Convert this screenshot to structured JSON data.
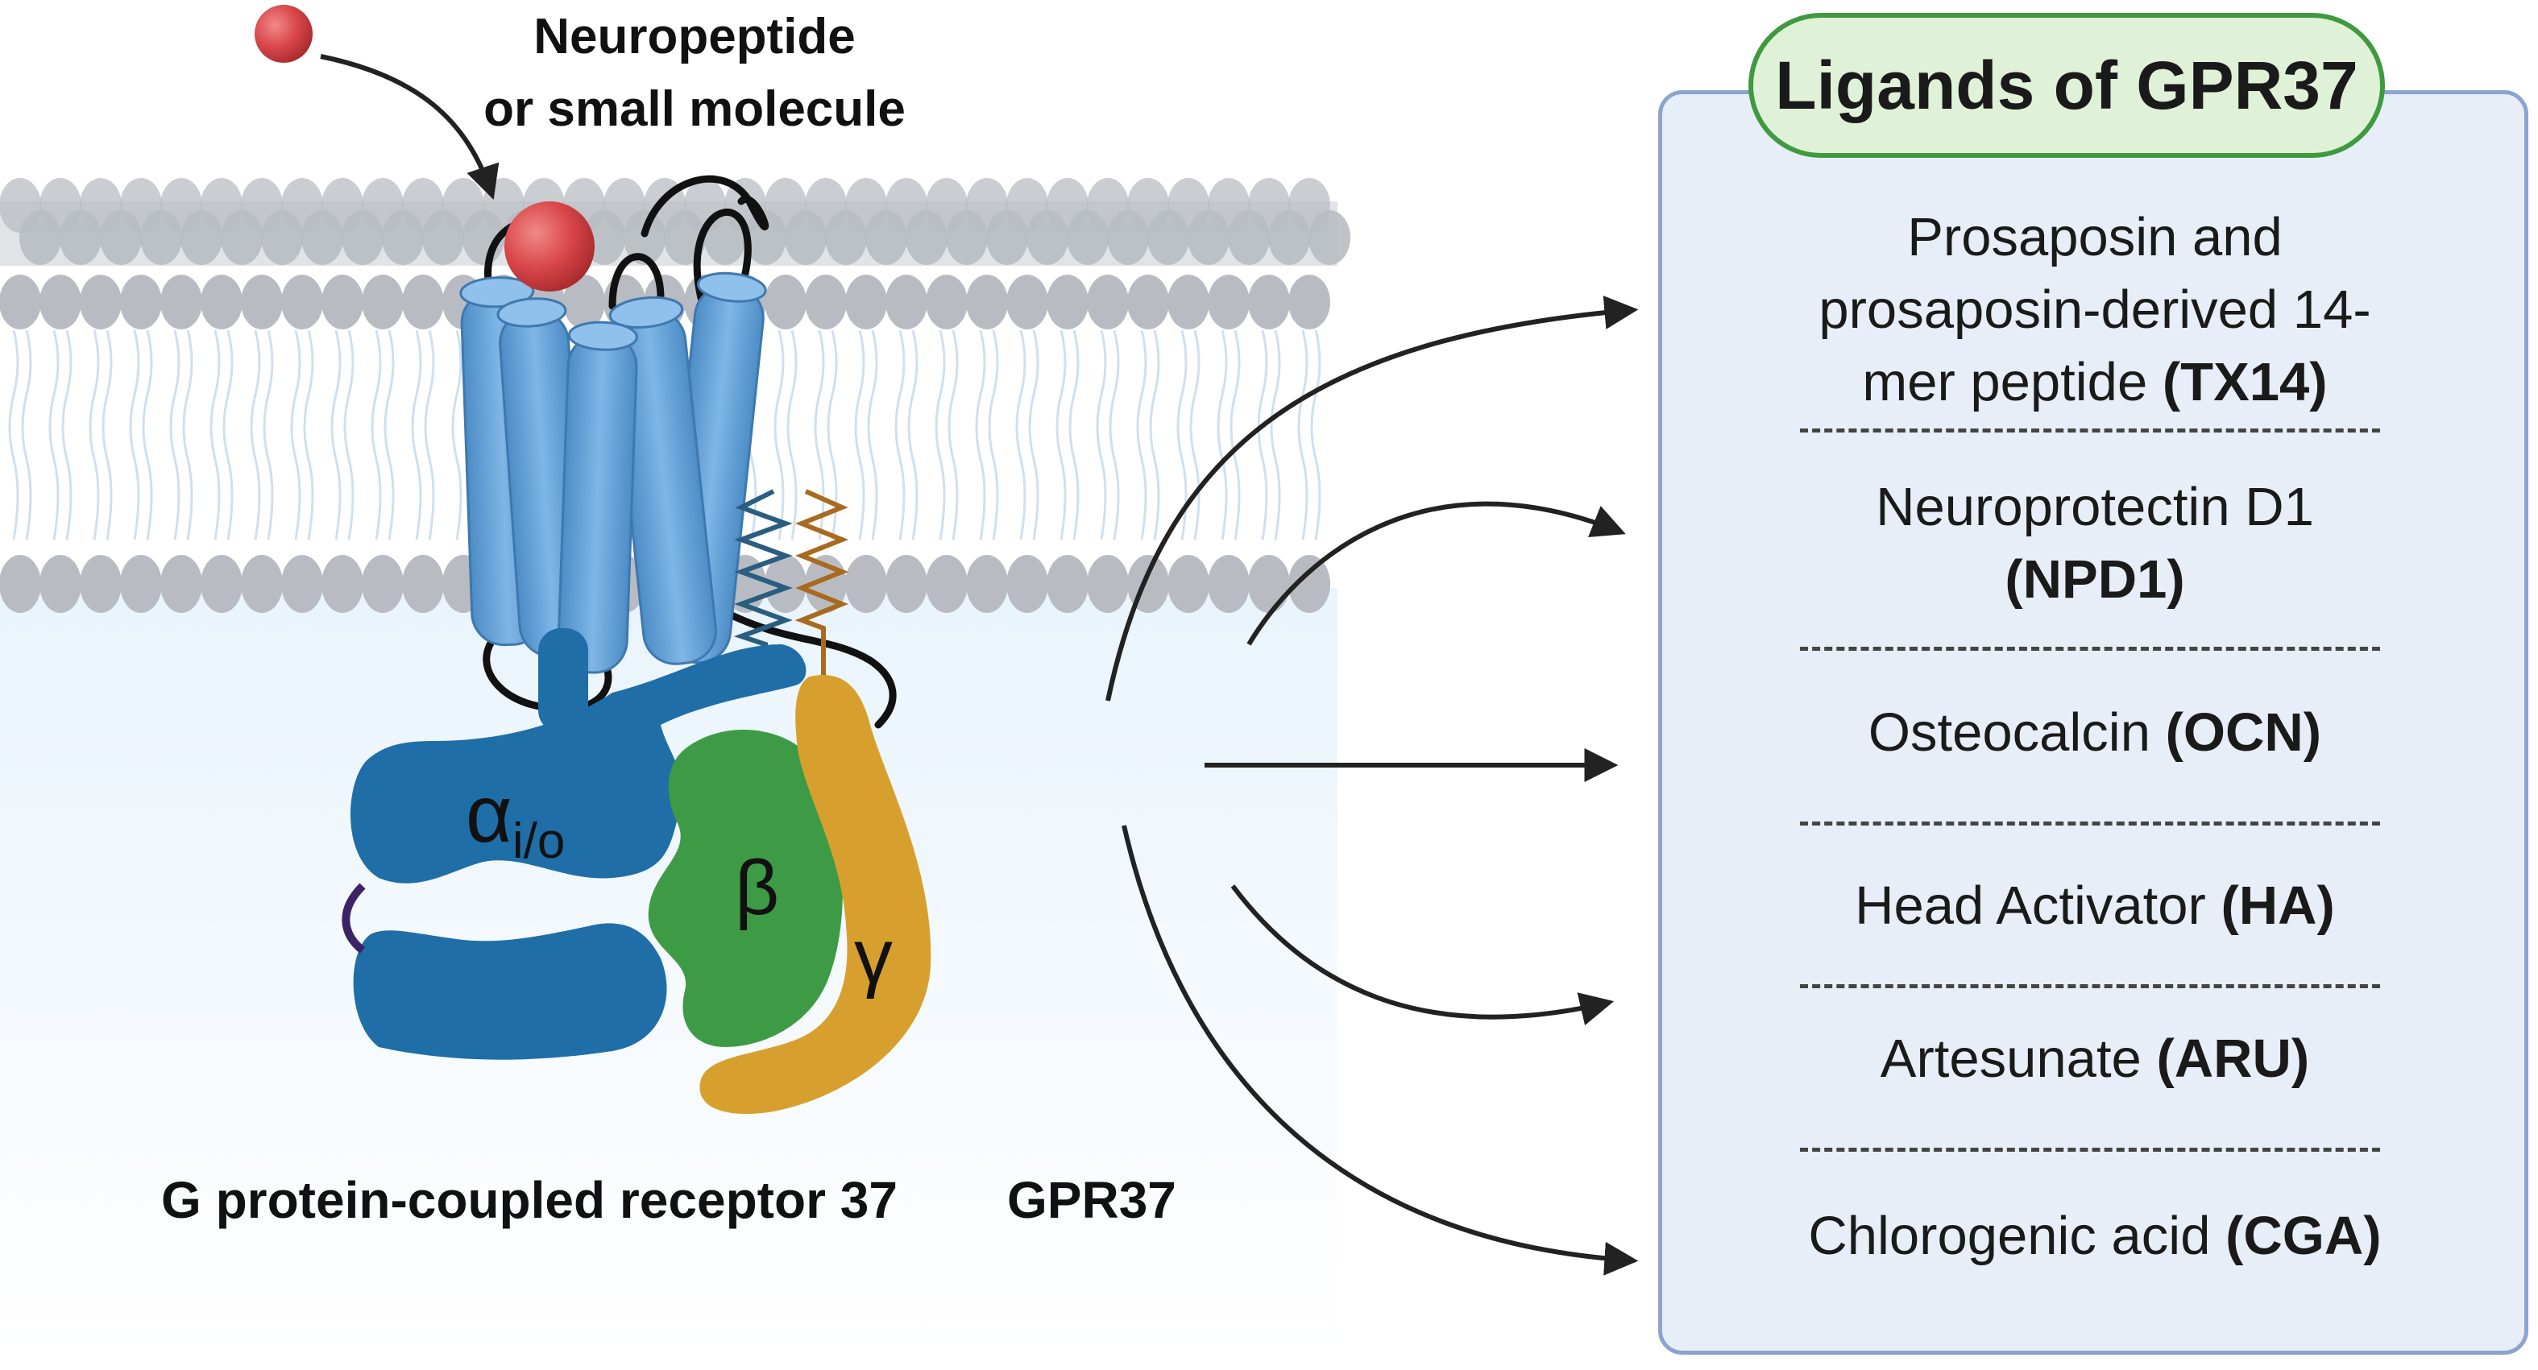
{
  "receptor": {
    "incoming_label": [
      "Neuropeptide",
      "or small molecule"
    ],
    "caption_name": "G protein-coupled receptor 37",
    "caption_abbr": "GPR37"
  },
  "g_protein": {
    "alpha_symbol": "α",
    "alpha_subscript": "i/o",
    "beta_symbol": "β",
    "gamma_symbol": "γ"
  },
  "ligands": {
    "title": "Ligands of GPR37",
    "items": [
      {
        "lines": [
          "Prosaposin and",
          "prosaposin-derived 14-",
          "mer peptide "
        ],
        "abbr": "(TX14)"
      },
      {
        "lines": [
          "Neuroprotectin D1"
        ],
        "abbr": "(NPD1)",
        "abbr_on_new_line": true
      },
      {
        "lines": [
          "Osteocalcin "
        ],
        "abbr": "(OCN)"
      },
      {
        "lines": [
          "Head Activator "
        ],
        "abbr": "(HA)"
      },
      {
        "lines": [
          "Artesunate "
        ],
        "abbr": "(ARU)"
      },
      {
        "lines": [
          "Chlorogenic acid "
        ],
        "abbr": "(CGA)"
      }
    ]
  },
  "colors": {
    "membrane": "#b8bcc2",
    "receptor_helix": "#5b9bd3",
    "alpha_subunit": "#1f6ea8",
    "beta_subunit": "#3d9b45",
    "gamma_subunit": "#d7a02e",
    "ligand_ball": "#d9474a",
    "panel_fill": "#e7eef8",
    "panel_border": "#8aa4cf",
    "title_fill": "#dff1d6",
    "title_border": "#3f9a3f"
  }
}
